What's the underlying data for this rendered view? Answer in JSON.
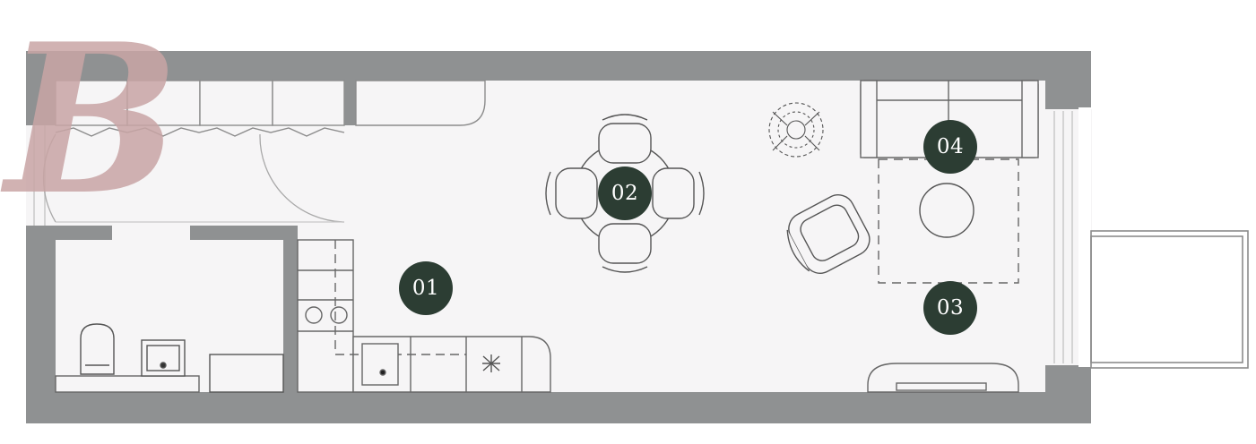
{
  "colors": {
    "wall": "#8f9192",
    "floor": "#f6f5f6",
    "line": "#8c8c8c",
    "marker": "#2c3d33",
    "marker_text": "#ffffff",
    "logo": "#c9a5a5"
  },
  "logo": {
    "letter": "B",
    "icon": "brush-letter-b-logo"
  },
  "markers": [
    {
      "id": "m01",
      "label": "01"
    },
    {
      "id": "m02",
      "label": "02"
    },
    {
      "id": "m03",
      "label": "03"
    },
    {
      "id": "m04",
      "label": "04"
    }
  ],
  "furniture_icons": [
    "wardrobe-icon",
    "door-swing-icon",
    "toilet-icon",
    "washbasin-icon",
    "stove-hob-icon",
    "sink-icon",
    "dining-table-icon",
    "chair-icon",
    "plant-icon",
    "armchair-icon",
    "sofa-icon",
    "rug-icon",
    "coffee-table-icon",
    "tv-cabinet-icon",
    "balcony-icon",
    "window-icon"
  ]
}
